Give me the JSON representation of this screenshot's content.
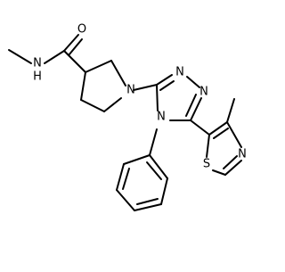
{
  "molecule": {
    "atom_labels": {
      "n_carbonyl_o": "O",
      "n_amide_n": "N",
      "n_amide_h": "H",
      "n_pyrrolidine_n": "N",
      "n_triazole_n1": "N",
      "n_triazole_n2": "N",
      "n_triazole_n4": "N",
      "n_thiazole_s": "S",
      "n_thiazole_n": "N"
    }
  }
}
